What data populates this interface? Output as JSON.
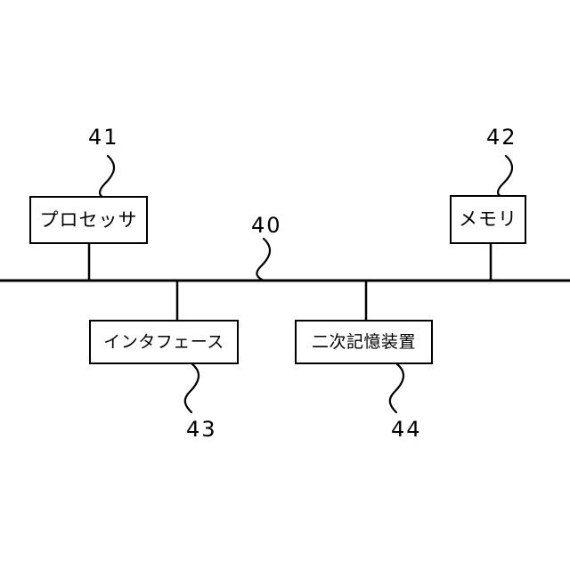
{
  "figure": {
    "type": "patent-block-diagram",
    "background_color": "#ffffff",
    "line_color": "#000000",
    "bus": {
      "reference_number": "40",
      "orientation": "horizontal"
    },
    "blocks": [
      {
        "id": "processor",
        "label": "プロセッサ",
        "reference_number": "41",
        "position": "top-left"
      },
      {
        "id": "memory",
        "label": "メモリ",
        "reference_number": "42",
        "position": "top-right"
      },
      {
        "id": "interface",
        "label": "インタフェース",
        "reference_number": "43",
        "position": "bottom-left"
      },
      {
        "id": "secondary-storage",
        "label": "二次記憶装置",
        "reference_number": "44",
        "position": "bottom-center"
      }
    ]
  }
}
